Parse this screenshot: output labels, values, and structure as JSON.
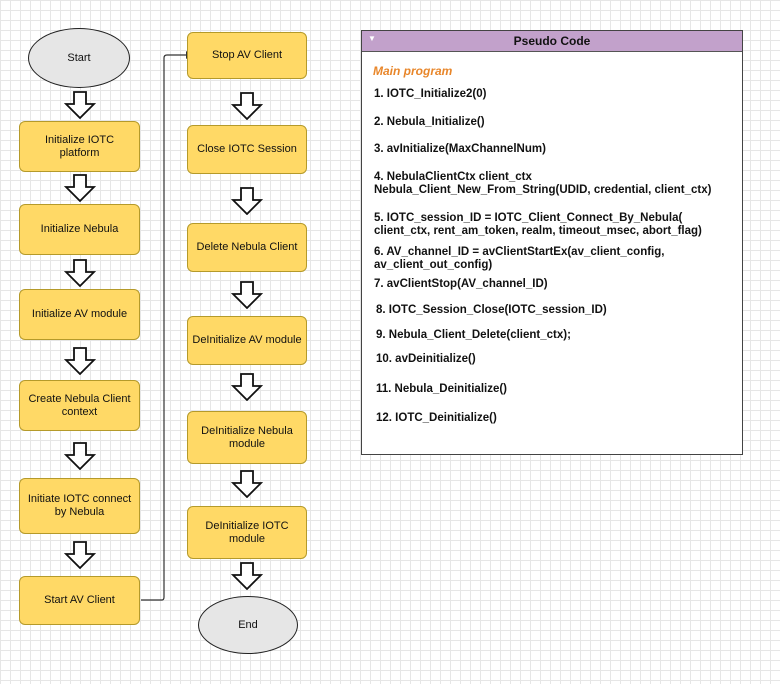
{
  "flow": {
    "start": "Start",
    "end": "End",
    "left_steps": [
      "Initialize IOTC platform",
      "Initialize Nebula",
      "Initialize AV module",
      "Create Nebula Client context",
      "Initiate IOTC connect by Nebula",
      "Start AV Client"
    ],
    "right_steps": [
      "Stop AV Client",
      "Close IOTC Session",
      "Delete Nebula Client",
      "DeInitialize AV module",
      "DeInitialize Nebula module",
      "DeInitialize IOTC module"
    ]
  },
  "pseudo": {
    "title": "Pseudo Code",
    "subtitle": "Main program",
    "lines": [
      {
        "l1": "1. IOTC_Initialize2(0)",
        "l2": ""
      },
      {
        "l1": "2. Nebula_Initialize()",
        "l2": ""
      },
      {
        "l1": "3. avInitialize(MaxChannelNum)",
        "l2": ""
      },
      {
        "l1": "4. NebulaClientCtx client_ctx",
        "l2": "Nebula_Client_New_From_String(UDID, credential, client_ctx)"
      },
      {
        "l1": "5. IOTC_session_ID = IOTC_Client_Connect_By_Nebula(",
        "l2": "client_ctx, rent_am_token, realm, timeout_msec, abort_flag)"
      },
      {
        "l1": "6. AV_channel_ID = avClientStartEx(av_client_config,",
        "l2": "av_client_out_config)"
      },
      {
        "l1": "7. avClientStop(AV_channel_ID)",
        "l2": ""
      },
      {
        "l1": "8. IOTC_Session_Close(IOTC_session_ID)",
        "l2": ""
      },
      {
        "l1": "9. Nebula_Client_Delete(client_ctx);",
        "l2": ""
      },
      {
        "l1": "10. avDeinitialize()",
        "l2": ""
      },
      {
        "l1": "11. Nebula_Deinitialize()",
        "l2": ""
      },
      {
        "l1": "12. IOTC_Deinitialize()",
        "l2": ""
      }
    ]
  }
}
